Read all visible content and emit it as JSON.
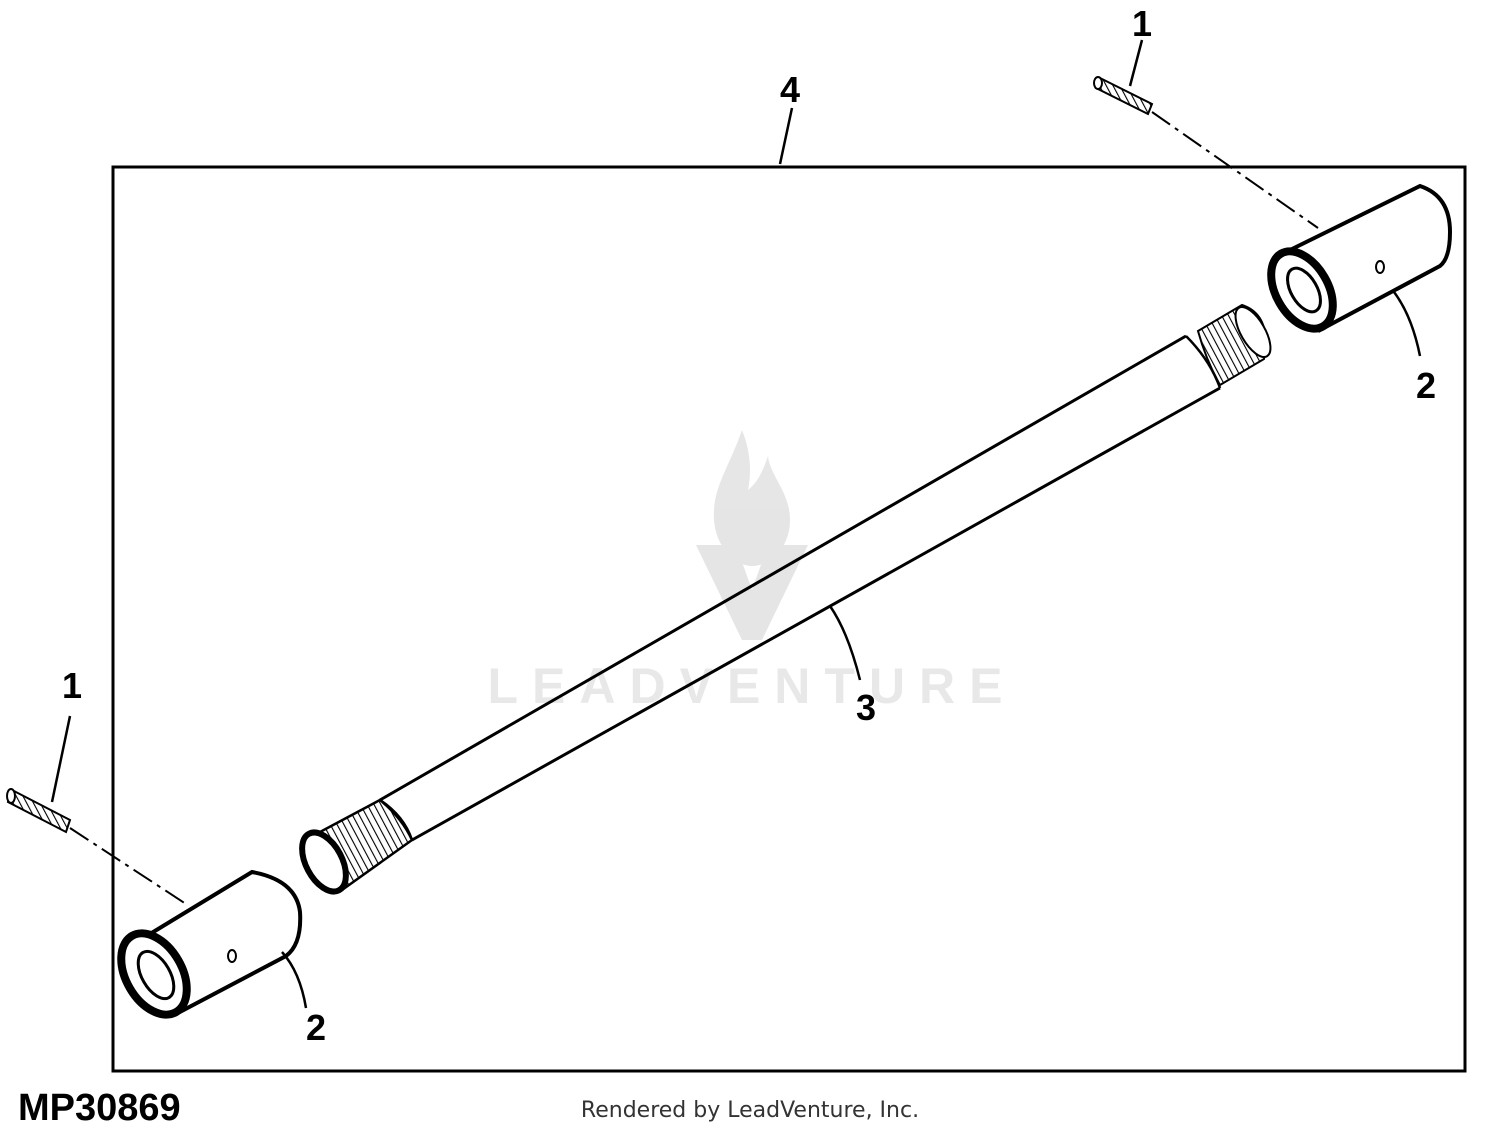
{
  "callouts": {
    "pin_top": "1",
    "pin_left": "1",
    "coupler_top": "2",
    "coupler_bottom": "2",
    "shaft": "3",
    "kit": "4"
  },
  "figure_id": "MP30869",
  "credit": "Rendered by LeadVenture, Inc.",
  "watermark": "LEADVENTURE",
  "colors": {
    "line": "#000000",
    "background": "#ffffff",
    "watermark": "#dddddd"
  }
}
